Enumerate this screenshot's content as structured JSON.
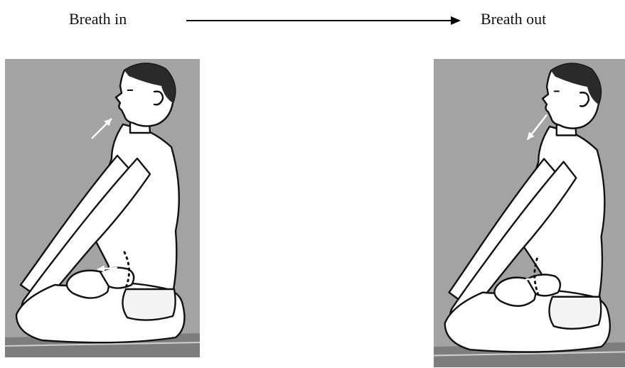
{
  "labels": {
    "breath_in": "Breath in",
    "breath_out": "Breath out"
  },
  "panels": [
    {
      "id": "inhale",
      "breath_arrow": "into-nose",
      "belly_arrow": "outward"
    },
    {
      "id": "exhale",
      "breath_arrow": "out-of-nose",
      "belly_arrow": "inward"
    }
  ],
  "colors": {
    "panel_bg": "#a3a3a3",
    "figure_fill": "#ffffff",
    "outline": "#111111",
    "arrow": "#ffffff"
  }
}
